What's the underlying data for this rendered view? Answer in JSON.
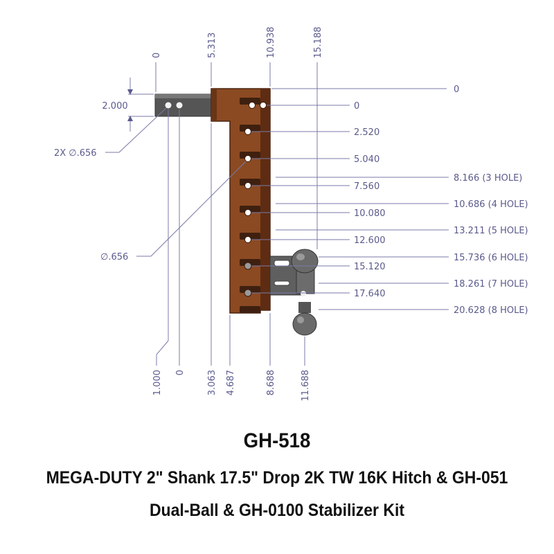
{
  "colors": {
    "hitch_body": "#8b4a22",
    "ball_metal": "#6b6b6b",
    "dimension": "#7a7aa8",
    "text": "#111111"
  },
  "dimensions": {
    "top_horizontal": [
      "0",
      "5.313",
      "10.938",
      "15.188"
    ],
    "bottom_horizontal": [
      "1.000",
      "0",
      "3.063",
      "4.687",
      "8.688",
      "11.688"
    ],
    "shank_height": "2.000",
    "shank_holes": "2X ∅.656",
    "hole_diameter": "∅.656",
    "vertical_primary": [
      "0",
      "2.520",
      "5.040",
      "7.560",
      "10.080",
      "12.600",
      "15.120",
      "17.640"
    ],
    "vertical_secondary": [
      "0",
      "8.166 (3 HOLE)",
      "10.686 (4 HOLE)",
      "13.211 (5 HOLE)",
      "15.736 (6 HOLE)",
      "18.261 (7 HOLE)",
      "20.628 (8 HOLE)"
    ]
  },
  "caption": {
    "model": "GH-518",
    "line1": "MEGA-DUTY 2\" Shank 17.5\" Drop 2K TW 16K Hitch & GH-051",
    "line2": "Dual-Ball & GH-0100 Stabilizer Kit"
  }
}
